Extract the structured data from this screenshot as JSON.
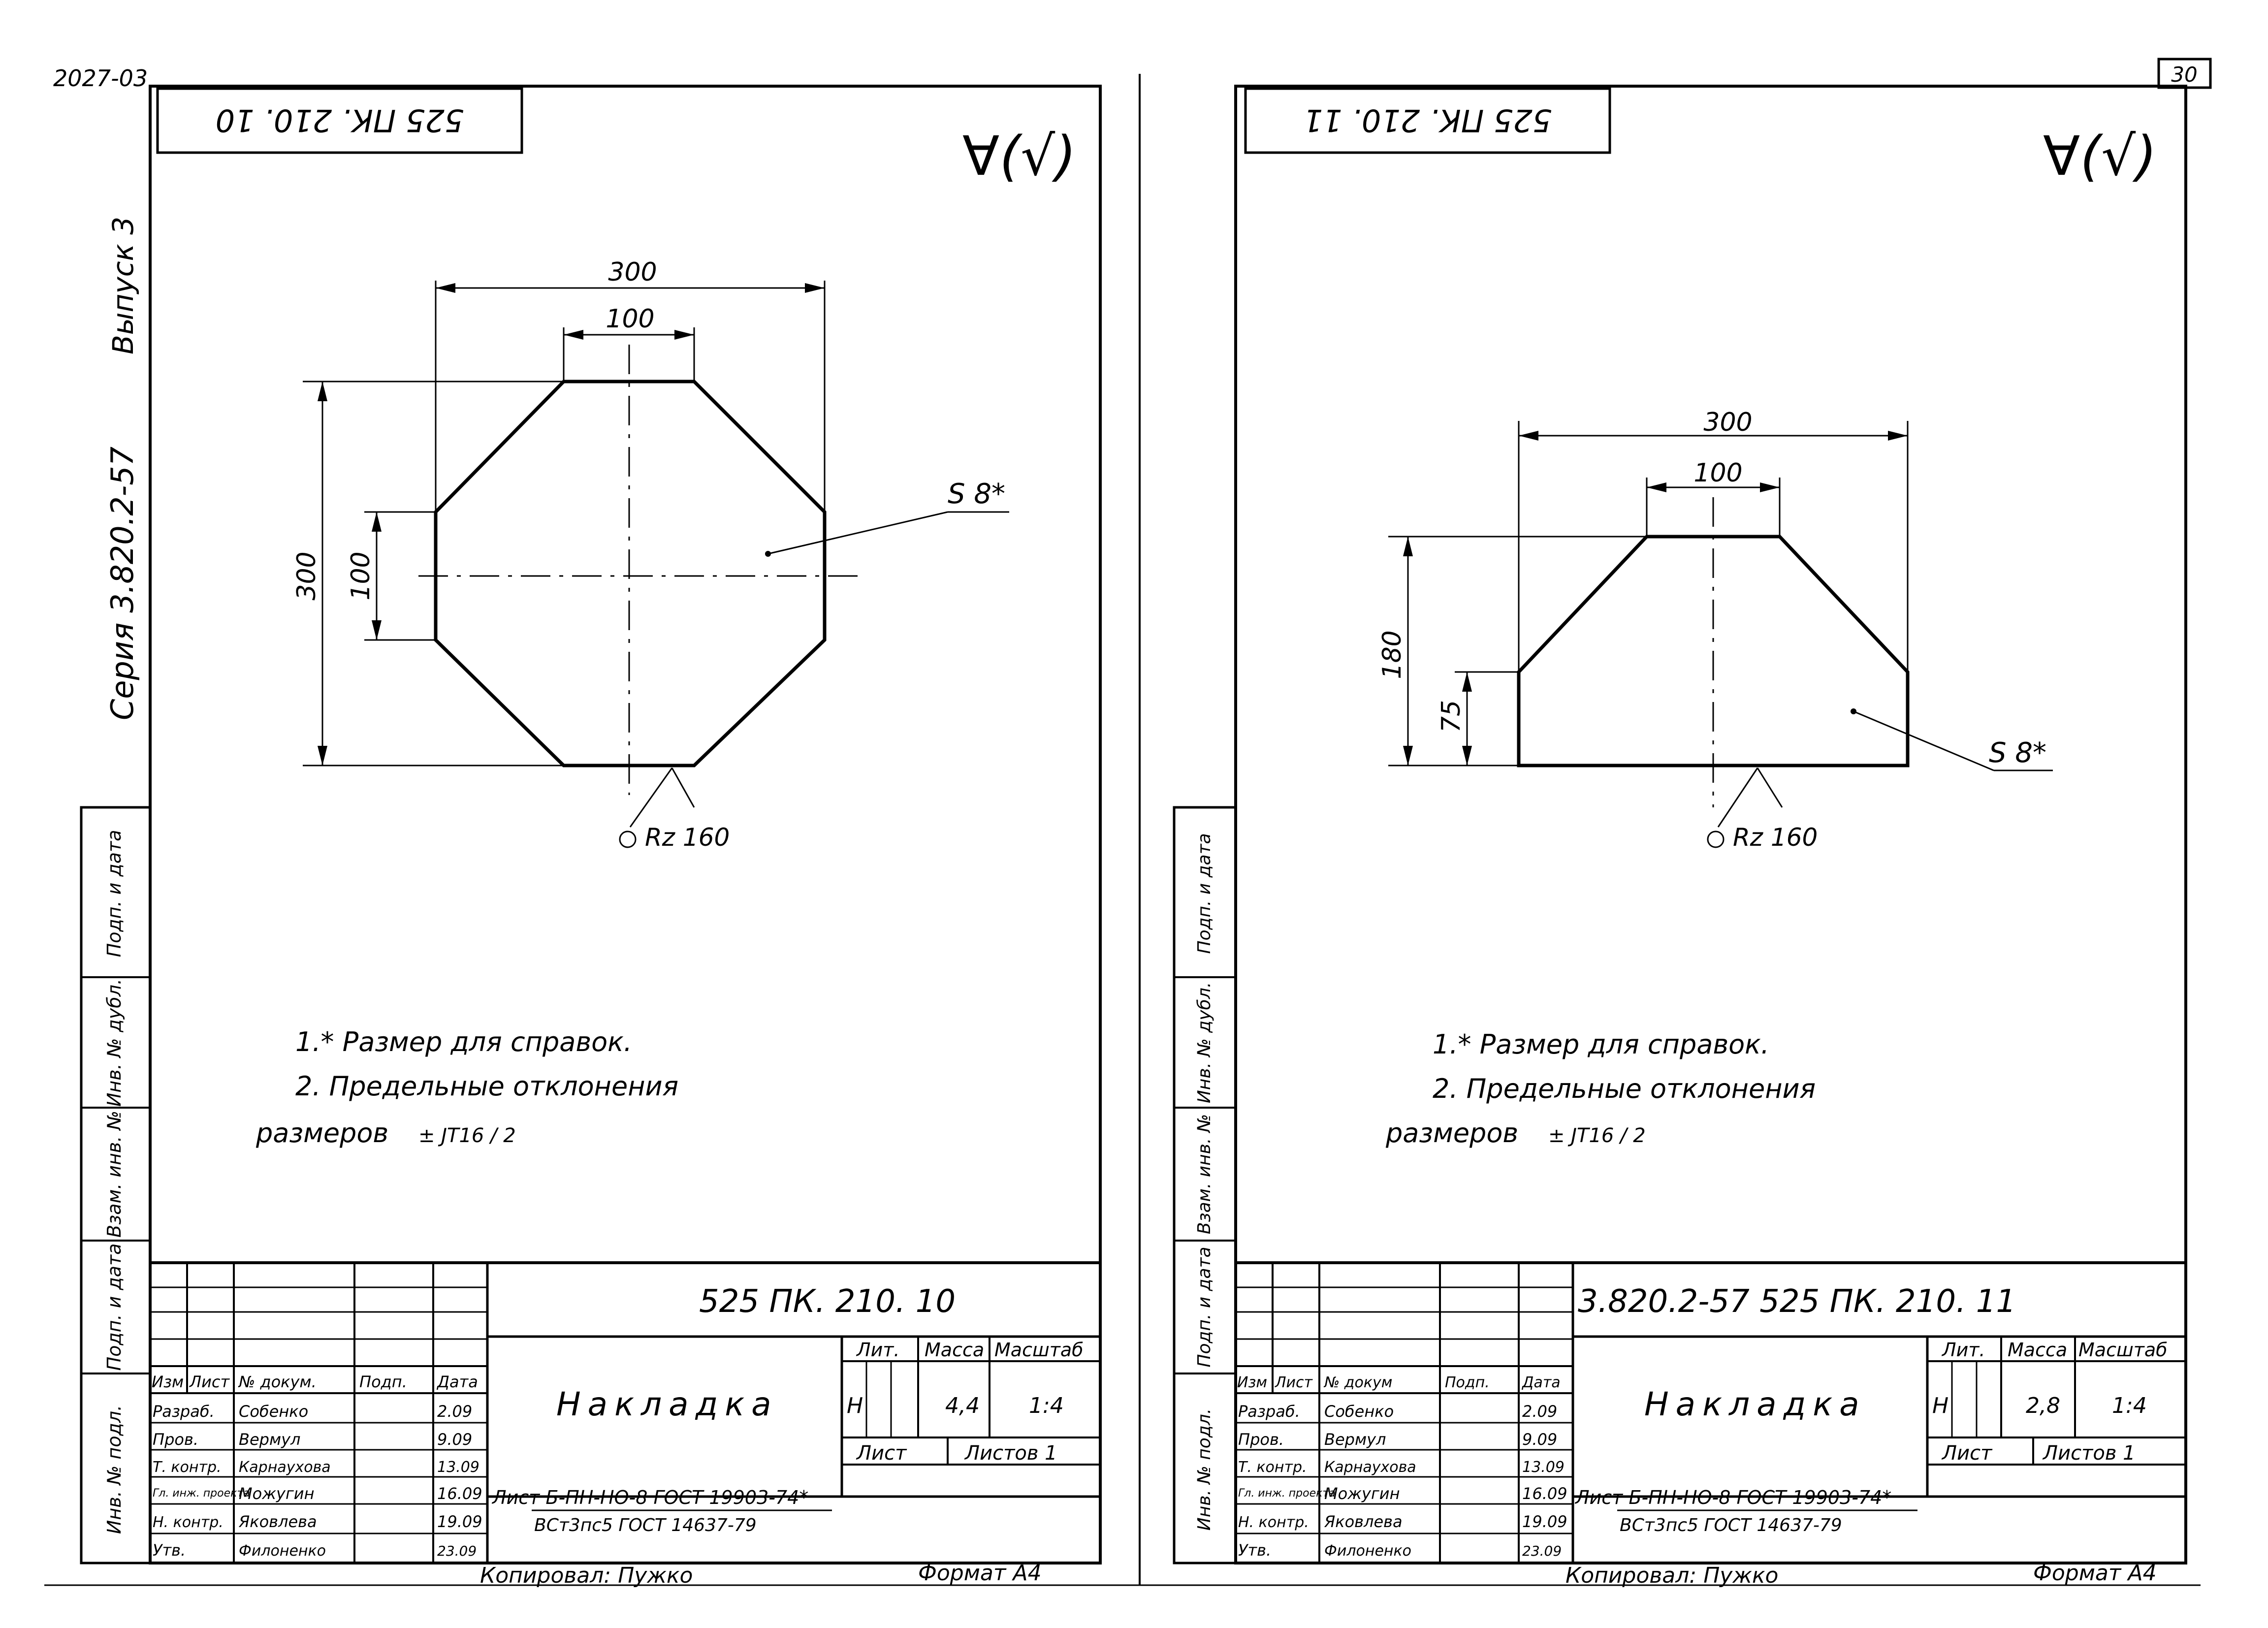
{
  "page": {
    "archive_number": "2027-03",
    "sheet_number": "30",
    "copied_by": "Копировал:  Пужко",
    "format": "Формат А4"
  },
  "side_labels": {
    "series": "Серия 3.820.2-57",
    "issue": "Выпуск 3",
    "vertical_fields": [
      "Подп. и дата",
      "Инв. № дубл.",
      "Взам. инв. №",
      "Подп. и дата",
      "Инв. № подл."
    ]
  },
  "sheets": [
    {
      "id": "left",
      "mirrored_code": "525 ПК. 210. 10",
      "roughness_symbol": "∀(√)",
      "shape": "octagon",
      "dimensions": {
        "width": "300",
        "top_flat": "100",
        "height": "300",
        "side_flat": "100"
      },
      "thickness": "S 8*",
      "roughness": "Rz 160",
      "notes": [
        "1.* Размер для справок.",
        "2. Предельные отклонения",
        "размеров",
        "± JT16 / 2"
      ],
      "title_block": {
        "doc_code": "525 ПК. 210. 10",
        "part_name": "Накладка",
        "material_line1": "Лист  Б-ПН-НО-8  ГОСТ 19903-74*",
        "material_line2": "ВСт3пс5  ГОСТ 14637-79",
        "lit_header": "Лит.",
        "mass_header": "Масса",
        "scale_header": "Масштаб",
        "lit": "Н",
        "mass": "4,4",
        "scale": "1:4",
        "sheet_label": "Лист",
        "sheets_label": "Листов 1",
        "col_headers": [
          "Изм",
          "Лист",
          "№ докум.",
          "Подп.",
          "Дата"
        ],
        "rows": [
          {
            "role": "Разраб.",
            "name": "Собенко",
            "date": "2.09"
          },
          {
            "role": "Пров.",
            "name": "Вермул",
            "date": "9.09"
          },
          {
            "role": "Т. контр.",
            "name": "Карнаухова",
            "date": "13.09"
          },
          {
            "role": "Гл. инж. проекта",
            "name": "Можугин",
            "date": "16.09"
          },
          {
            "role": "Н. контр.",
            "name": "Яковлева",
            "date": "19.09"
          },
          {
            "role": "Утв.",
            "name": "Филоненко",
            "date": "23.09"
          }
        ]
      }
    },
    {
      "id": "right",
      "mirrored_code": "525 ПК. 210. 11",
      "roughness_symbol": "∀(√)",
      "shape": "trapezoid",
      "dimensions": {
        "width": "300",
        "top_flat": "100",
        "height": "180",
        "side_flat": "75"
      },
      "thickness": "S 8*",
      "roughness": "Rz 160",
      "notes": [
        "1.* Размер для справок.",
        "2. Предельные отклонения",
        "размеров",
        "± JT16 / 2"
      ],
      "title_block": {
        "doc_code": "3.820.2-57   525 ПК. 210. 11",
        "part_name": "Накладка",
        "material_line1": "Лист  Б-ПН-НО-8  ГОСТ 19903-74*",
        "material_line2": "ВСт3пс5  ГОСТ 14637-79",
        "lit_header": "Лит.",
        "mass_header": "Масса",
        "scale_header": "Масштаб",
        "lit": "Н",
        "mass": "2,8",
        "scale": "1:4",
        "sheet_label": "Лист",
        "sheets_label": "Листов 1",
        "col_headers": [
          "Изм",
          "Лист",
          "№ докум",
          "Подп.",
          "Дата"
        ],
        "rows": [
          {
            "role": "Разраб.",
            "name": "Собенко",
            "date": "2.09"
          },
          {
            "role": "Пров.",
            "name": "Вермул",
            "date": "9.09"
          },
          {
            "role": "Т. контр.",
            "name": "Карнаухова",
            "date": "13.09"
          },
          {
            "role": "Гл. инж. проекта",
            "name": "Можугин",
            "date": "16.09"
          },
          {
            "role": "Н. контр.",
            "name": "Яковлева",
            "date": "19.09"
          },
          {
            "role": "Утв.",
            "name": "Филоненко",
            "date": "23.09"
          }
        ]
      }
    }
  ]
}
